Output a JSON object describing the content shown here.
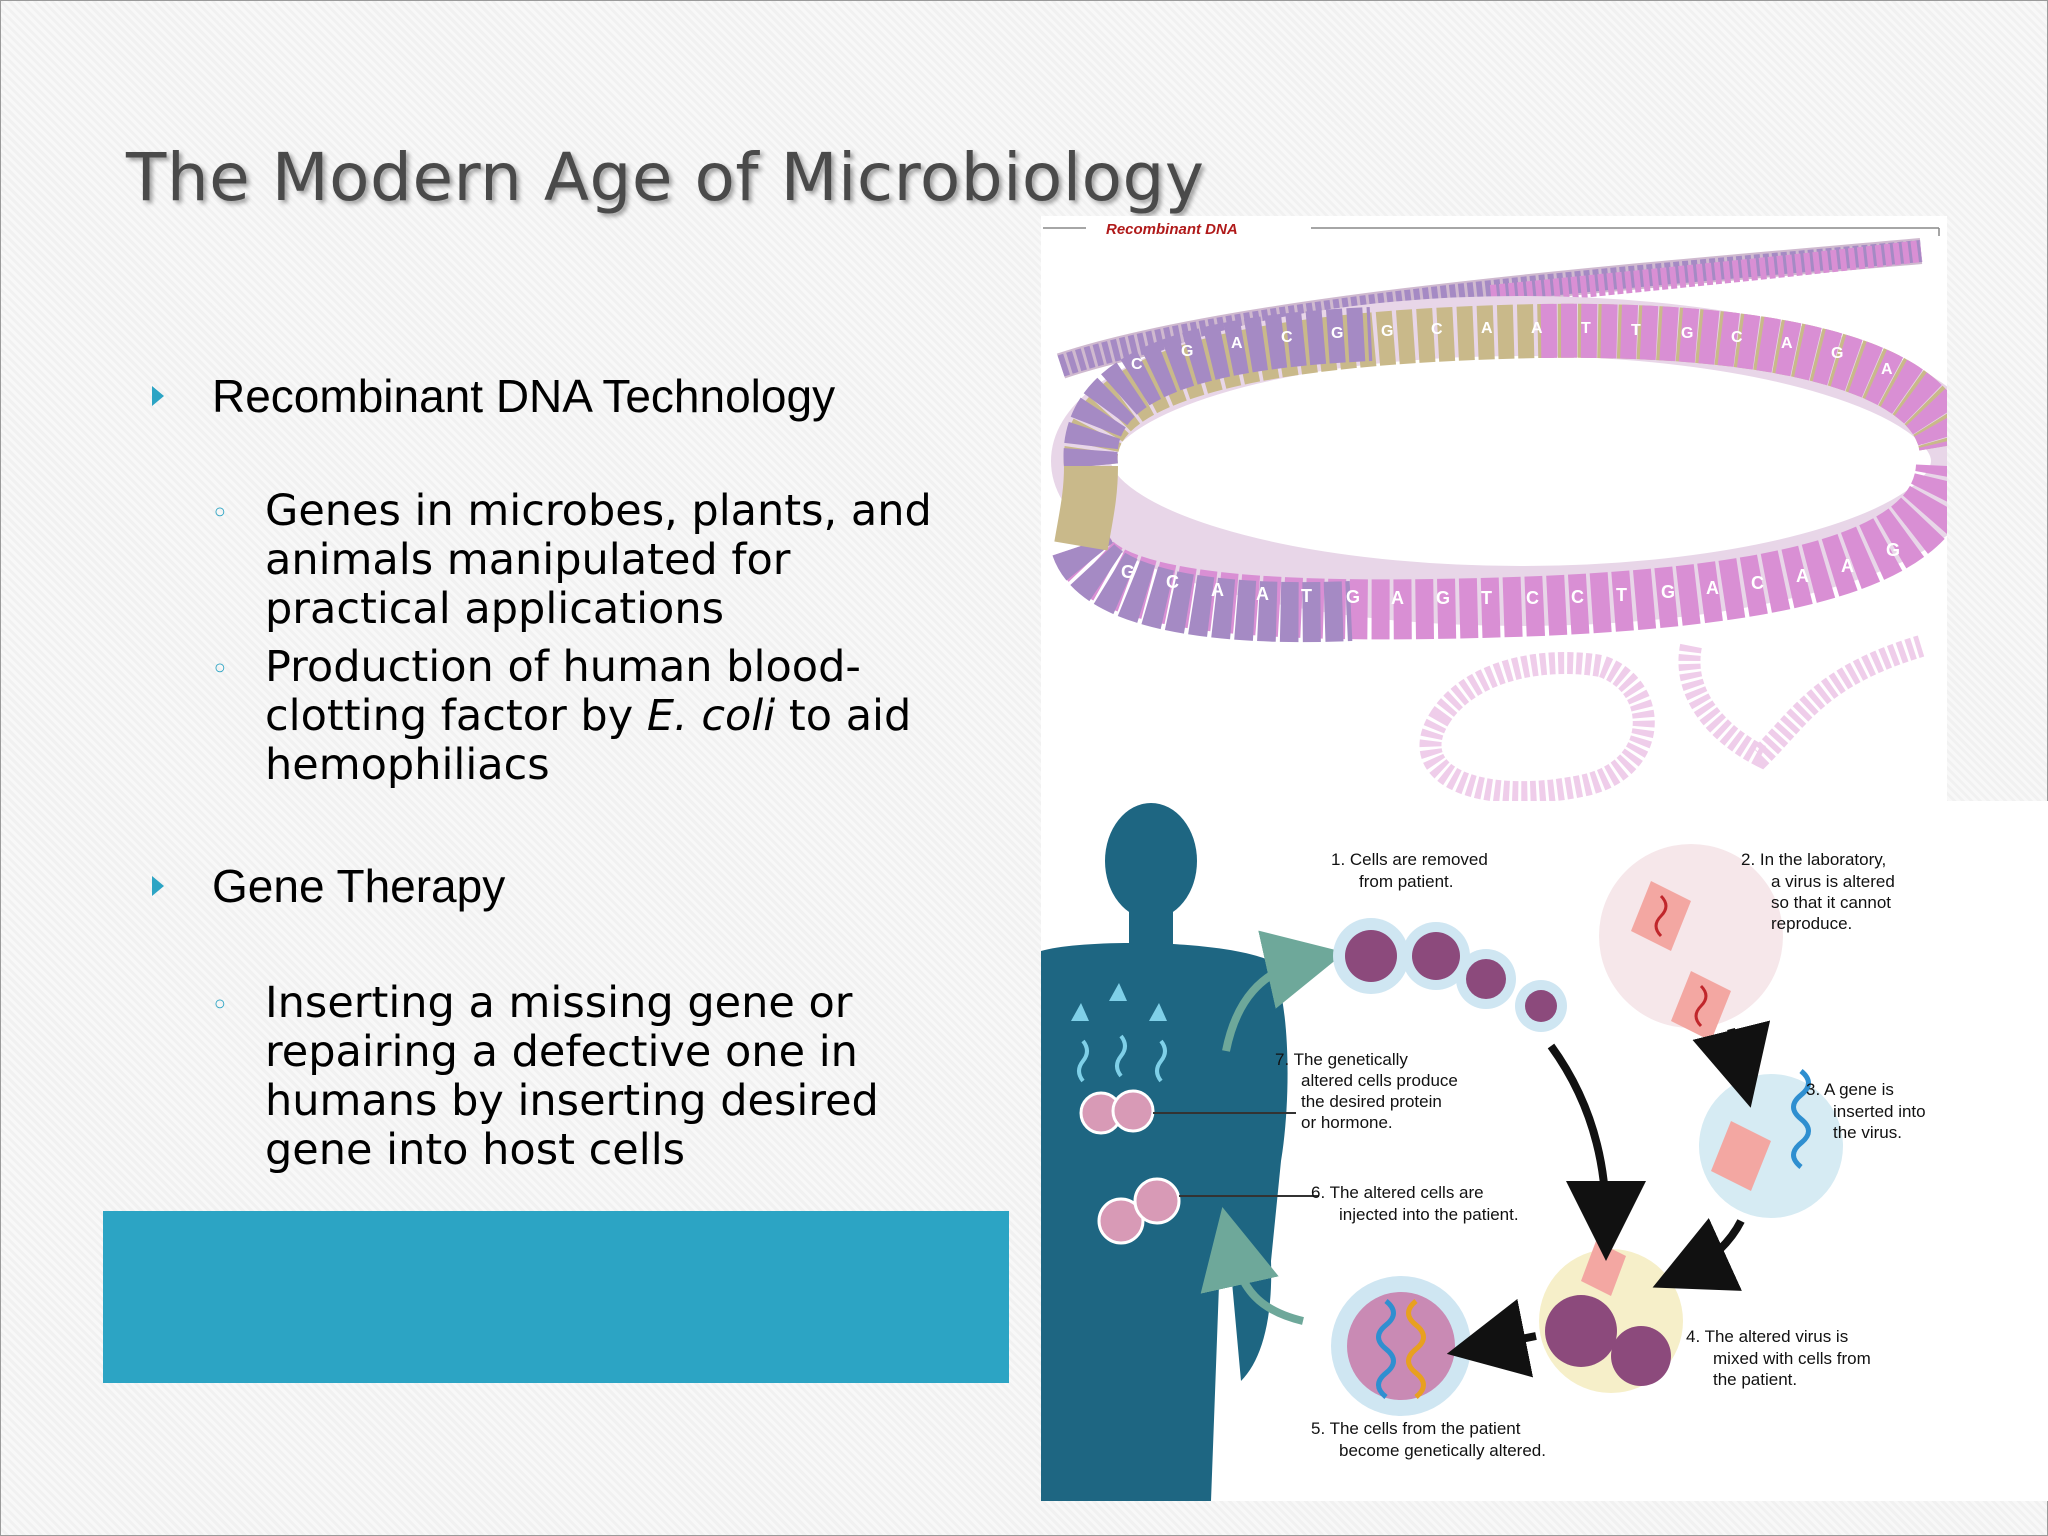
{
  "slide": {
    "title": "The Modern Age of Microbiology",
    "sections": [
      {
        "heading": "Recombinant DNA Technology",
        "items": [
          {
            "lines": [
              "Genes in microbes, plants, and",
              "animals manipulated for",
              "practical applications"
            ]
          },
          {
            "lines": [
              "Production of human blood-",
              "clotting factor by ",
              "E. coli",
              " to aid",
              "hemophiliacs"
            ]
          }
        ]
      },
      {
        "heading": "Gene Therapy",
        "items": [
          {
            "lines": [
              "Inserting a missing gene or",
              "repairing a defective one in",
              "humans by inserting desired",
              "gene into host cells"
            ]
          }
        ]
      }
    ]
  },
  "figure_dna": {
    "label": "Recombinant DNA",
    "bases_top": [
      "C",
      "G",
      "A",
      "C",
      "G",
      "G",
      "C",
      "A",
      "A",
      "T",
      "T",
      "G",
      "C",
      "A",
      "G",
      "A"
    ],
    "bases_bottom": [
      "G",
      "C",
      "A",
      "A",
      "T",
      "G",
      "A",
      "G",
      "T",
      "C",
      "C",
      "T",
      "G",
      "A",
      "C",
      "A",
      "A",
      "G"
    ]
  },
  "figure_gene_therapy": {
    "steps": [
      {
        "lines": [
          "1. Cells are removed",
          "from patient."
        ]
      },
      {
        "lines": [
          "2. In the laboratory,",
          "a virus is altered",
          "so that it cannot",
          "reproduce."
        ]
      },
      {
        "lines": [
          "3. A gene is",
          "inserted into",
          "the virus."
        ]
      },
      {
        "lines": [
          "4. The altered virus is",
          "mixed with cells from",
          "the patient."
        ]
      },
      {
        "lines": [
          "5. The cells from the patient",
          "become genetically altered."
        ]
      },
      {
        "lines": [
          "6. The altered cells are",
          "injected into the patient."
        ]
      },
      {
        "lines": [
          "7. The genetically",
          "altered cells produce",
          "the desired protein",
          "or hormone."
        ]
      }
    ]
  },
  "colors": {
    "accent": "#2ca4c4",
    "silhouette": "#1e6682",
    "dna_pink": "#d98fd4",
    "dna_purple": "#a58ac4",
    "dna_tan": "#c9b98a",
    "label_red": "#b01a1a"
  }
}
